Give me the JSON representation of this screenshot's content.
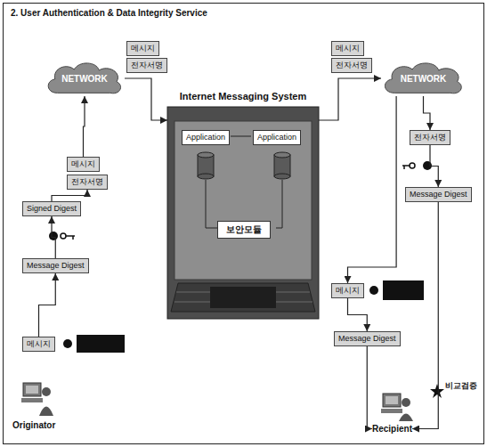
{
  "diagram": {
    "title": "2. User Authentication & Data Integrity Service",
    "nodes": [
      {
        "text": [
          "NETWORK"
        ]
      },
      {
        "text": [
          "Internet Messaging System"
        ]
      },
      {
        "text": [
          "Application"
        ],
        "in": 1
      },
      {
        "text": [
          "Application"
        ],
        "in": 1
      },
      {
        "text": [
          "보안모듈"
        ],
        "in": 1
      },
      {
        "text": [
          "NETWORK"
        ]
      },
      {
        "text": [
          "메시지"
        ]
      },
      {
        "text": [
          "전자서명"
        ]
      },
      {
        "text": [
          "메시지"
        ]
      },
      {
        "text": [
          "전자서명"
        ]
      },
      {
        "text": [
          "Signed Digest"
        ]
      },
      {
        "text": [
          "Message Digest"
        ]
      },
      {
        "text": [
          "메시지"
        ]
      },
      {
        "text": [
          "Originator"
        ]
      },
      {
        "text": [
          "메시지"
        ]
      },
      {
        "text": [
          "전자서명"
        ]
      },
      {
        "text": [
          "전자서명"
        ]
      },
      {
        "text": [
          "Message Digest"
        ]
      },
      {
        "text": [
          "메시지"
        ]
      },
      {
        "text": [
          "Message Digest"
        ]
      },
      {
        "text": [
          "Recipient"
        ]
      }
    ],
    "edges": [
      {
        "from": 12,
        "to": 11,
        "arrow": "to"
      },
      {
        "from": 11,
        "to": 10,
        "arrow": "to"
      },
      {
        "from": 10,
        "to": 9,
        "arrow": "to"
      },
      {
        "from": 8,
        "to": 0,
        "arrow": "to"
      },
      {
        "from": 0,
        "to": 1,
        "arrow": "to"
      },
      {
        "from": 1,
        "to": 5,
        "arrow": "to"
      },
      {
        "from": 5,
        "to": 16,
        "arrow": "to"
      },
      {
        "from": 16,
        "to": 17,
        "arrow": "to"
      },
      {
        "from": 5,
        "to": 18,
        "arrow": "to"
      },
      {
        "from": 18,
        "to": 19,
        "arrow": "to"
      },
      {
        "from": 19,
        "to": 20,
        "arrow": "to"
      },
      {
        "from": 17,
        "to": 20,
        "arrow": "to"
      }
    ],
    "labels": [
      "비교검증"
    ]
  }
}
